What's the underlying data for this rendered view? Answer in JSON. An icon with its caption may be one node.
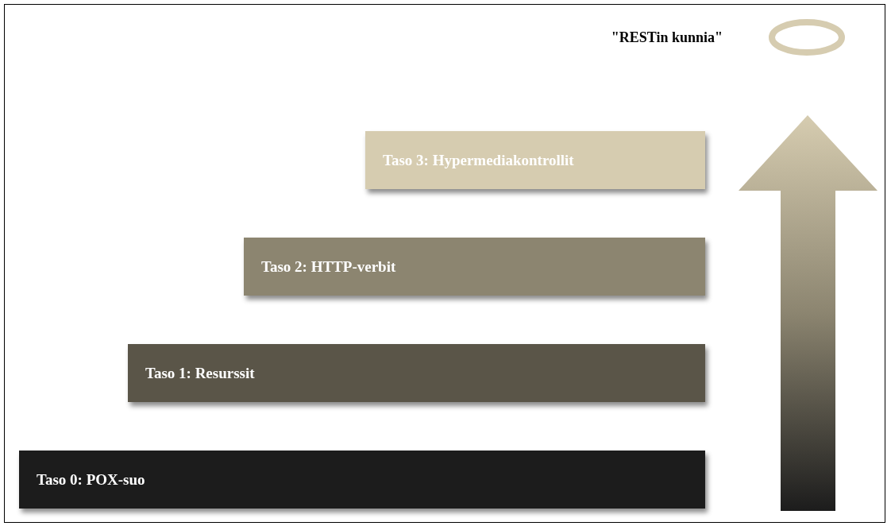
{
  "diagram": {
    "nodes": [
      {
        "text": [
          "Taso 3: Hypermediakontrollit"
        ]
      },
      {
        "text": [
          "Taso 2: HTTP-verbit"
        ]
      },
      {
        "text": [
          "Taso 1: Resurssit"
        ]
      },
      {
        "text": [
          "Taso 0: POX-suo"
        ]
      }
    ],
    "labels": [
      "\"RESTin kunnia\""
    ]
  }
}
